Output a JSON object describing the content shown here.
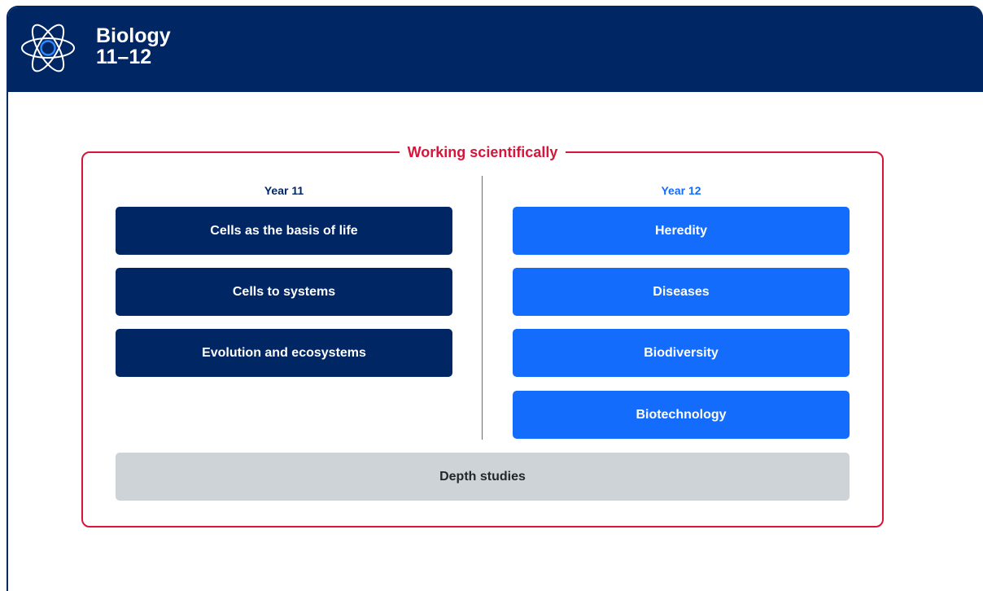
{
  "header": {
    "title_line1": "Biology",
    "title_line2": "11–12",
    "icon": "atom-icon"
  },
  "working_scientifically": "Working scientifically",
  "year11": {
    "heading": "Year 11",
    "modules": [
      "Cells as the basis of life",
      "Cells to systems",
      "Evolution and ecosystems"
    ]
  },
  "year12": {
    "heading": "Year 12",
    "modules": [
      "Heredity",
      "Diseases",
      "Biodiversity",
      "Biotechnology"
    ]
  },
  "depth_studies": "Depth studies",
  "colors": {
    "navy": "#002664",
    "blue": "#146cfd",
    "red": "#d7153a",
    "grey": "#cdd3d6"
  }
}
